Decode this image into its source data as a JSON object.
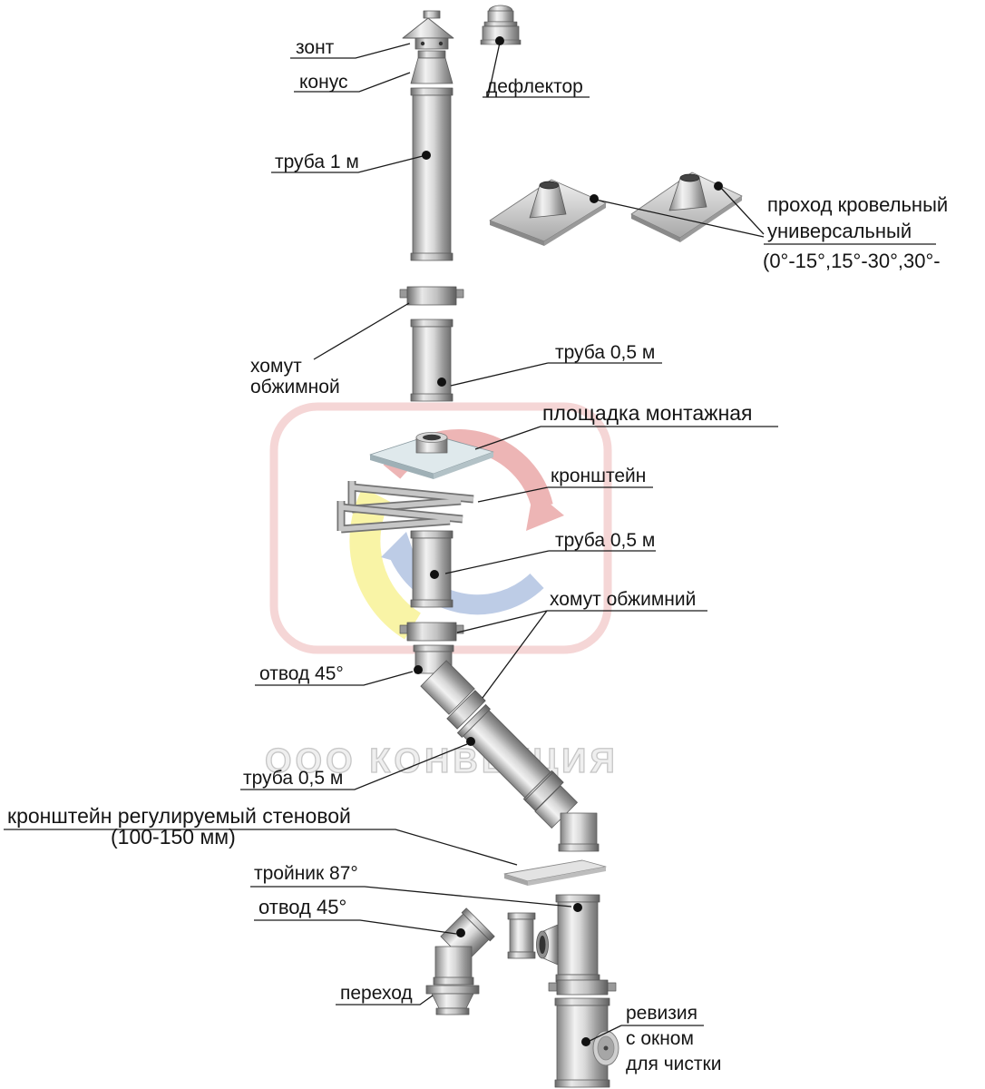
{
  "labels": {
    "zont": "зонт",
    "konus": "конус",
    "deflektor": "дефлектор",
    "truba_1m": "труба 1 м",
    "prohod_line1": "проход кровельный",
    "prohod_line2": "универсальный",
    "prohod_line3": "(0°-15°,15°-30°,30°-",
    "homut1_line1": "хомут",
    "homut1_line2": "обжимной",
    "truba05_1": "труба 0,5 м",
    "ploschadka": "площадка монтажная",
    "kronshteyn": "кронштейн",
    "truba05_2": "труба 0,5 м",
    "homut2": "хомут обжимний",
    "otvod45_top": "отвод 45°",
    "truba05_3": "труба 0,5 м",
    "kron_reg_line1": "кронштейн регулируемый стеновой",
    "kron_reg_line2": "(100-150 мм)",
    "troynik": "тройник 87°",
    "otvod45_bottom": "отвод 45°",
    "perehod": "переход",
    "reviziya_line1": "ревизия",
    "reviziya_line2": "с окном",
    "reviziya_line3": "для чистки"
  },
  "watermark": {
    "text": "ООО КОНВЕКЦИЯ"
  },
  "colors": {
    "label_text": "#151515",
    "leader_line": "#1a1a1a",
    "watermark_gray": "#d9d9d9",
    "logo_red": "#d85c5c",
    "logo_blue": "#6f8fc9",
    "logo_yellow": "#f2e83c"
  }
}
